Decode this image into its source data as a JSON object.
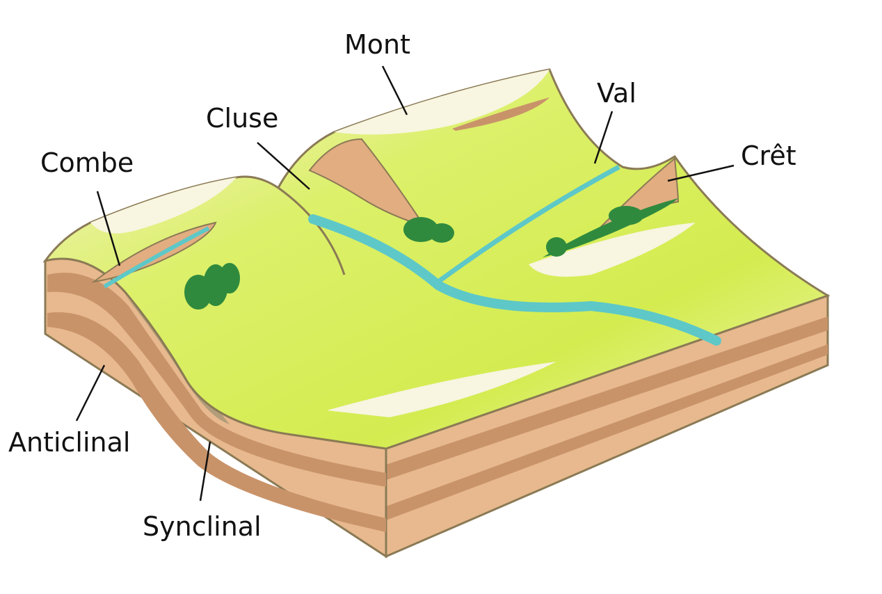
{
  "labels": {
    "mont": "Mont",
    "val": "Val",
    "cluse": "Cluse",
    "combe": "Combe",
    "cret": "Crêt",
    "anticlinal": "Anticlinal",
    "synclinal": "Synclinal"
  },
  "colors": {
    "grass": "#d9ef5a",
    "grass_light": "#f4f8c8",
    "rock": "#e8b98e",
    "rock_dark": "#c9936a",
    "river": "#5ec8c8",
    "forest": "#2f8a3e",
    "outline": "#8a7a55"
  }
}
